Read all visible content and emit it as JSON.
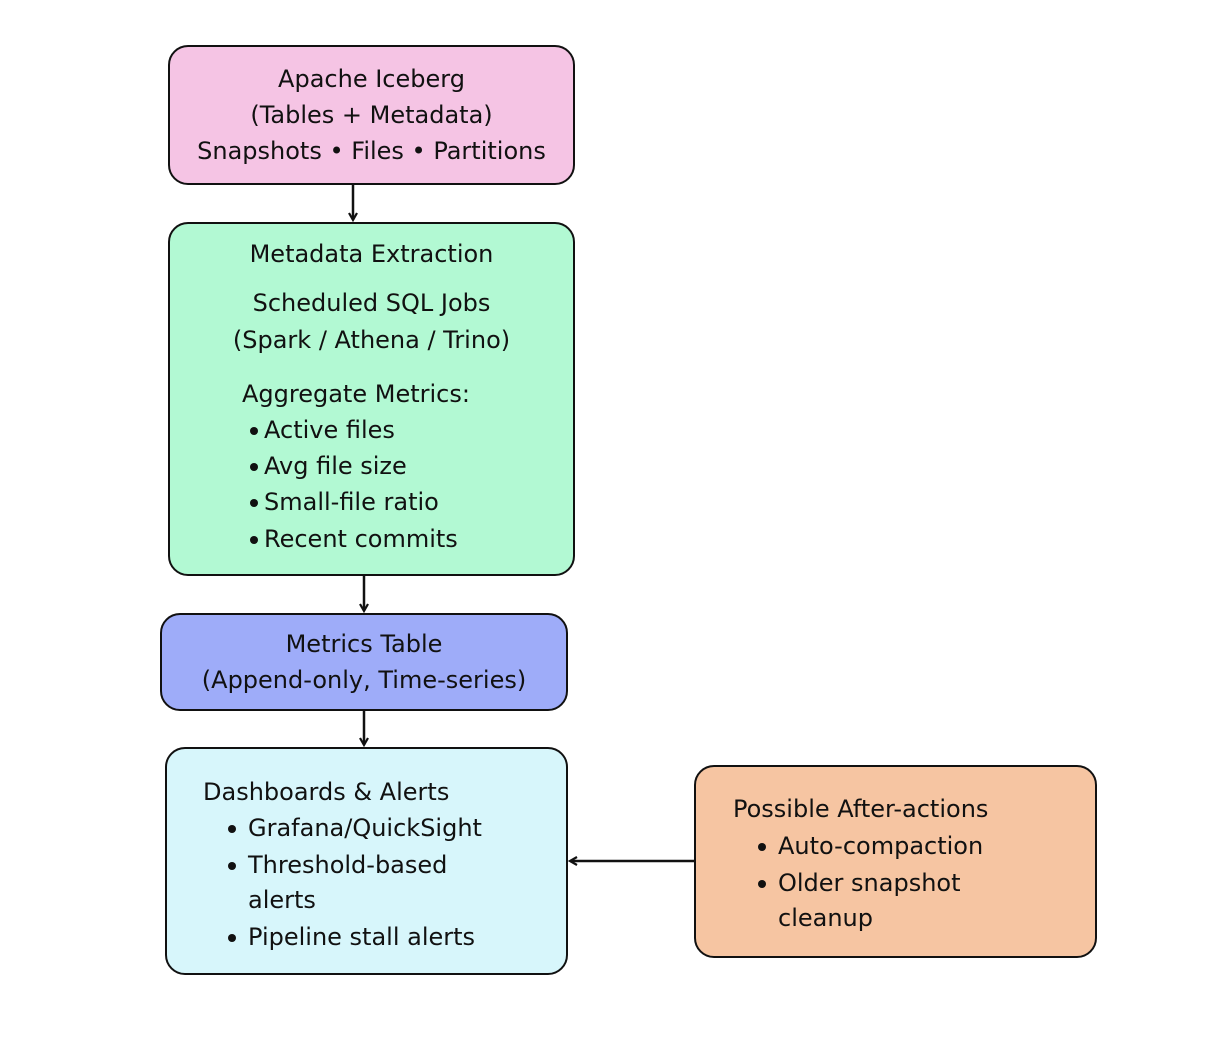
{
  "colors": {
    "iceberg_fill": "#f5c4e4",
    "extraction_fill": "#b2f9d3",
    "metrics_table_fill": "#9eacf9",
    "dashboards_fill": "#d7f6fb",
    "after_actions_fill": "#f6c5a2",
    "stroke": "#111111"
  },
  "iceberg": {
    "line1": "Apache Iceberg",
    "line2": "(Tables + Metadata)",
    "line3": "Snapshots • Files • Partitions"
  },
  "extraction": {
    "title": "Metadata Extraction",
    "jobs_line1": "Scheduled SQL Jobs",
    "jobs_line2": "(Spark / Athena / Trino)",
    "metrics_heading": "Aggregate Metrics:",
    "metrics": [
      "Active files",
      "Avg file size",
      "Small-file ratio",
      "Recent commits"
    ]
  },
  "metrics_table": {
    "line1": "Metrics Table",
    "line2": "(Append-only, Time-series)"
  },
  "dashboards": {
    "title": "Dashboards & Alerts",
    "items": [
      {
        "lines": [
          "Grafana/QuickSight"
        ]
      },
      {
        "lines": [
          "Threshold-based",
          "alerts"
        ]
      },
      {
        "lines": [
          "Pipeline stall alerts"
        ]
      }
    ]
  },
  "after_actions": {
    "title": "Possible After-actions",
    "items": [
      {
        "lines": [
          "Auto-compaction"
        ]
      },
      {
        "lines": [
          "Older snapshot",
          "cleanup"
        ]
      }
    ]
  }
}
